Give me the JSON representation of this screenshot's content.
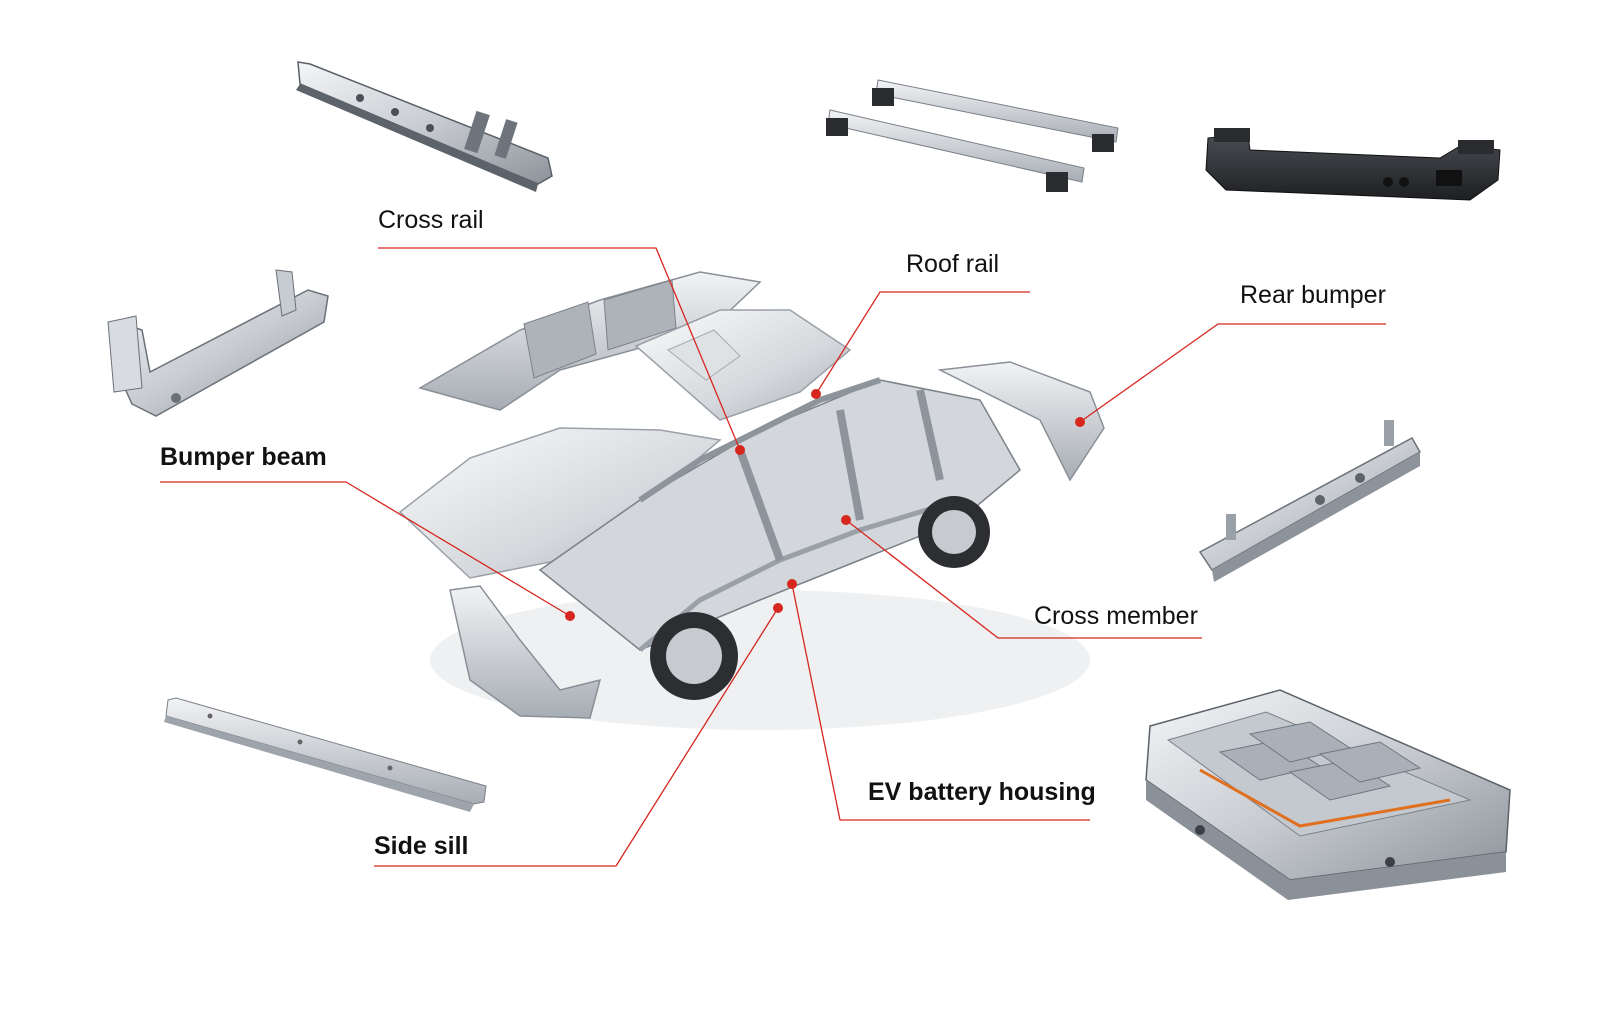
{
  "colors": {
    "leader_line": "#d7261e",
    "metal_light": "#e4e6e9",
    "metal_mid": "#b9bec4",
    "metal_dark": "#6f757c",
    "dark_part": "#2b2d30"
  },
  "labels": {
    "cross_rail": "Cross rail",
    "roof_rail": "Roof rail",
    "rear_bumper": "Rear bumper",
    "bumper_beam": "Bumper beam",
    "cross_member": "Cross member",
    "ev_battery_housing": "EV battery housing",
    "side_sill": "Side sill"
  },
  "icons": {
    "cross_rail_part": "cross-rail-part-icon",
    "roof_rail_part": "roof-rail-part-icon",
    "rear_bumper_part": "rear-bumper-part-icon",
    "bumper_beam_part": "bumper-beam-part-icon",
    "cross_member_part": "cross-member-part-icon",
    "battery_housing_part": "battery-housing-part-icon",
    "side_sill_part": "side-sill-part-icon",
    "car_body": "car-body-exploded-icon"
  }
}
